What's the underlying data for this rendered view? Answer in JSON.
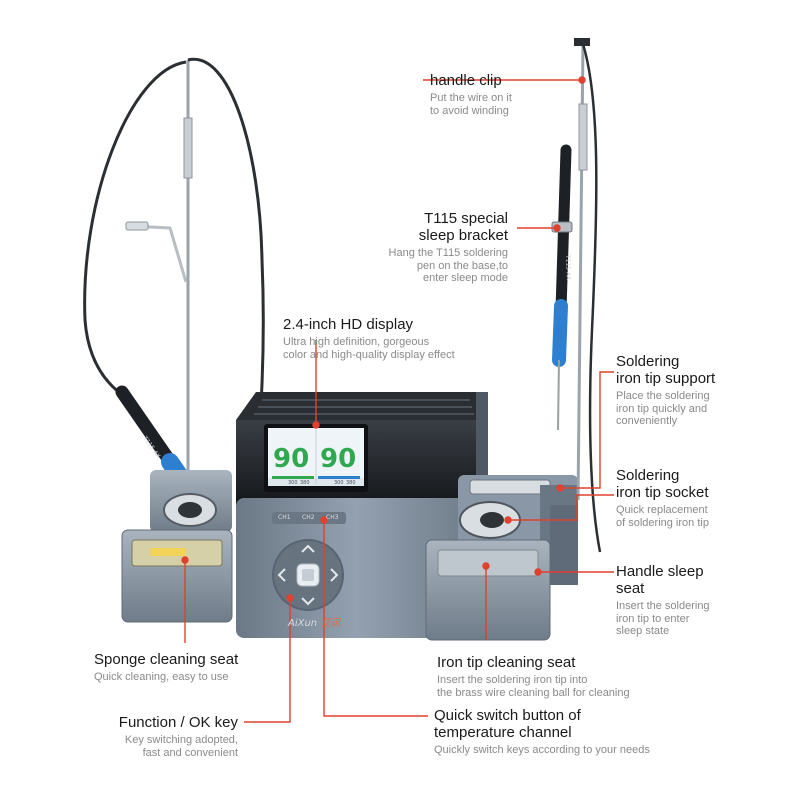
{
  "colors": {
    "leader": "#e0402e",
    "body": "#7d8b9b",
    "top": "#1c1f24",
    "screen_bg": "#eef4f8",
    "readout": "#2fa84f",
    "handle_blue": "#2f7fd0"
  },
  "callouts": {
    "handle_clip": {
      "title": "handle clip",
      "desc": "Put the wire on it\nto avoid winding"
    },
    "sleep_bracket": {
      "title": "T115 special\nsleep bracket",
      "desc": "Hang the T115 soldering\npen on the base,to\nenter sleep mode"
    },
    "display": {
      "title": "2.4-inch HD display",
      "desc": "Ultra high definition, gorgeous\ncolor and high-quality display effect"
    },
    "tip_support": {
      "title": "Soldering\niron tip support",
      "desc": "Place the soldering\niron tip quickly and\nconveniently"
    },
    "tip_socket": {
      "title": "Soldering\niron tip socket",
      "desc": "Quick replacement\nof soldering iron tip"
    },
    "sleep_seat": {
      "title": "Handle sleep\nseat",
      "desc": "Insert the soldering\niron tip to enter\nsleep state"
    },
    "sponge": {
      "title": "Sponge cleaning seat",
      "desc": "Quick cleaning, easy to use"
    },
    "cleaning_seat": {
      "title": "Iron tip cleaning seat",
      "desc": "Insert the soldering iron tip into\nthe brass wire cleaning ball for cleaning"
    },
    "function_key": {
      "title": "Function / OK key",
      "desc": "Key switching adopted,\nfast and convenient"
    },
    "quick_switch": {
      "title": "Quick switch button of\ntemperature channel",
      "desc": "Quickly switch keys according to your needs"
    }
  },
  "device": {
    "brand": "AiXun",
    "brand_cn": "艾讯",
    "channel_keys": [
      "CH1",
      "CH2",
      "CH3"
    ],
    "readout_left": "90",
    "readout_right": "90",
    "handle_model": "T115",
    "panel_values": [
      "300",
      "380",
      "300",
      "380"
    ]
  }
}
